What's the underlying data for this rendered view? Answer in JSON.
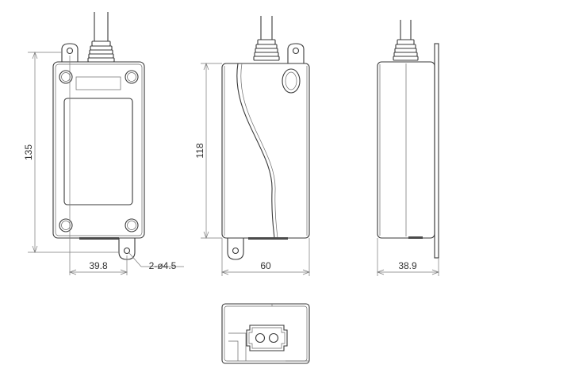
{
  "dimensions": {
    "height_total": "135",
    "height_body": "118",
    "width_hole_spacing": "39.8",
    "hole_spec": "2-ø4.5",
    "width_body": "60",
    "depth_body": "38.9"
  },
  "colors": {
    "line": "#3a3a3a",
    "dimension": "#7a7a7a",
    "background": "#ffffff"
  }
}
